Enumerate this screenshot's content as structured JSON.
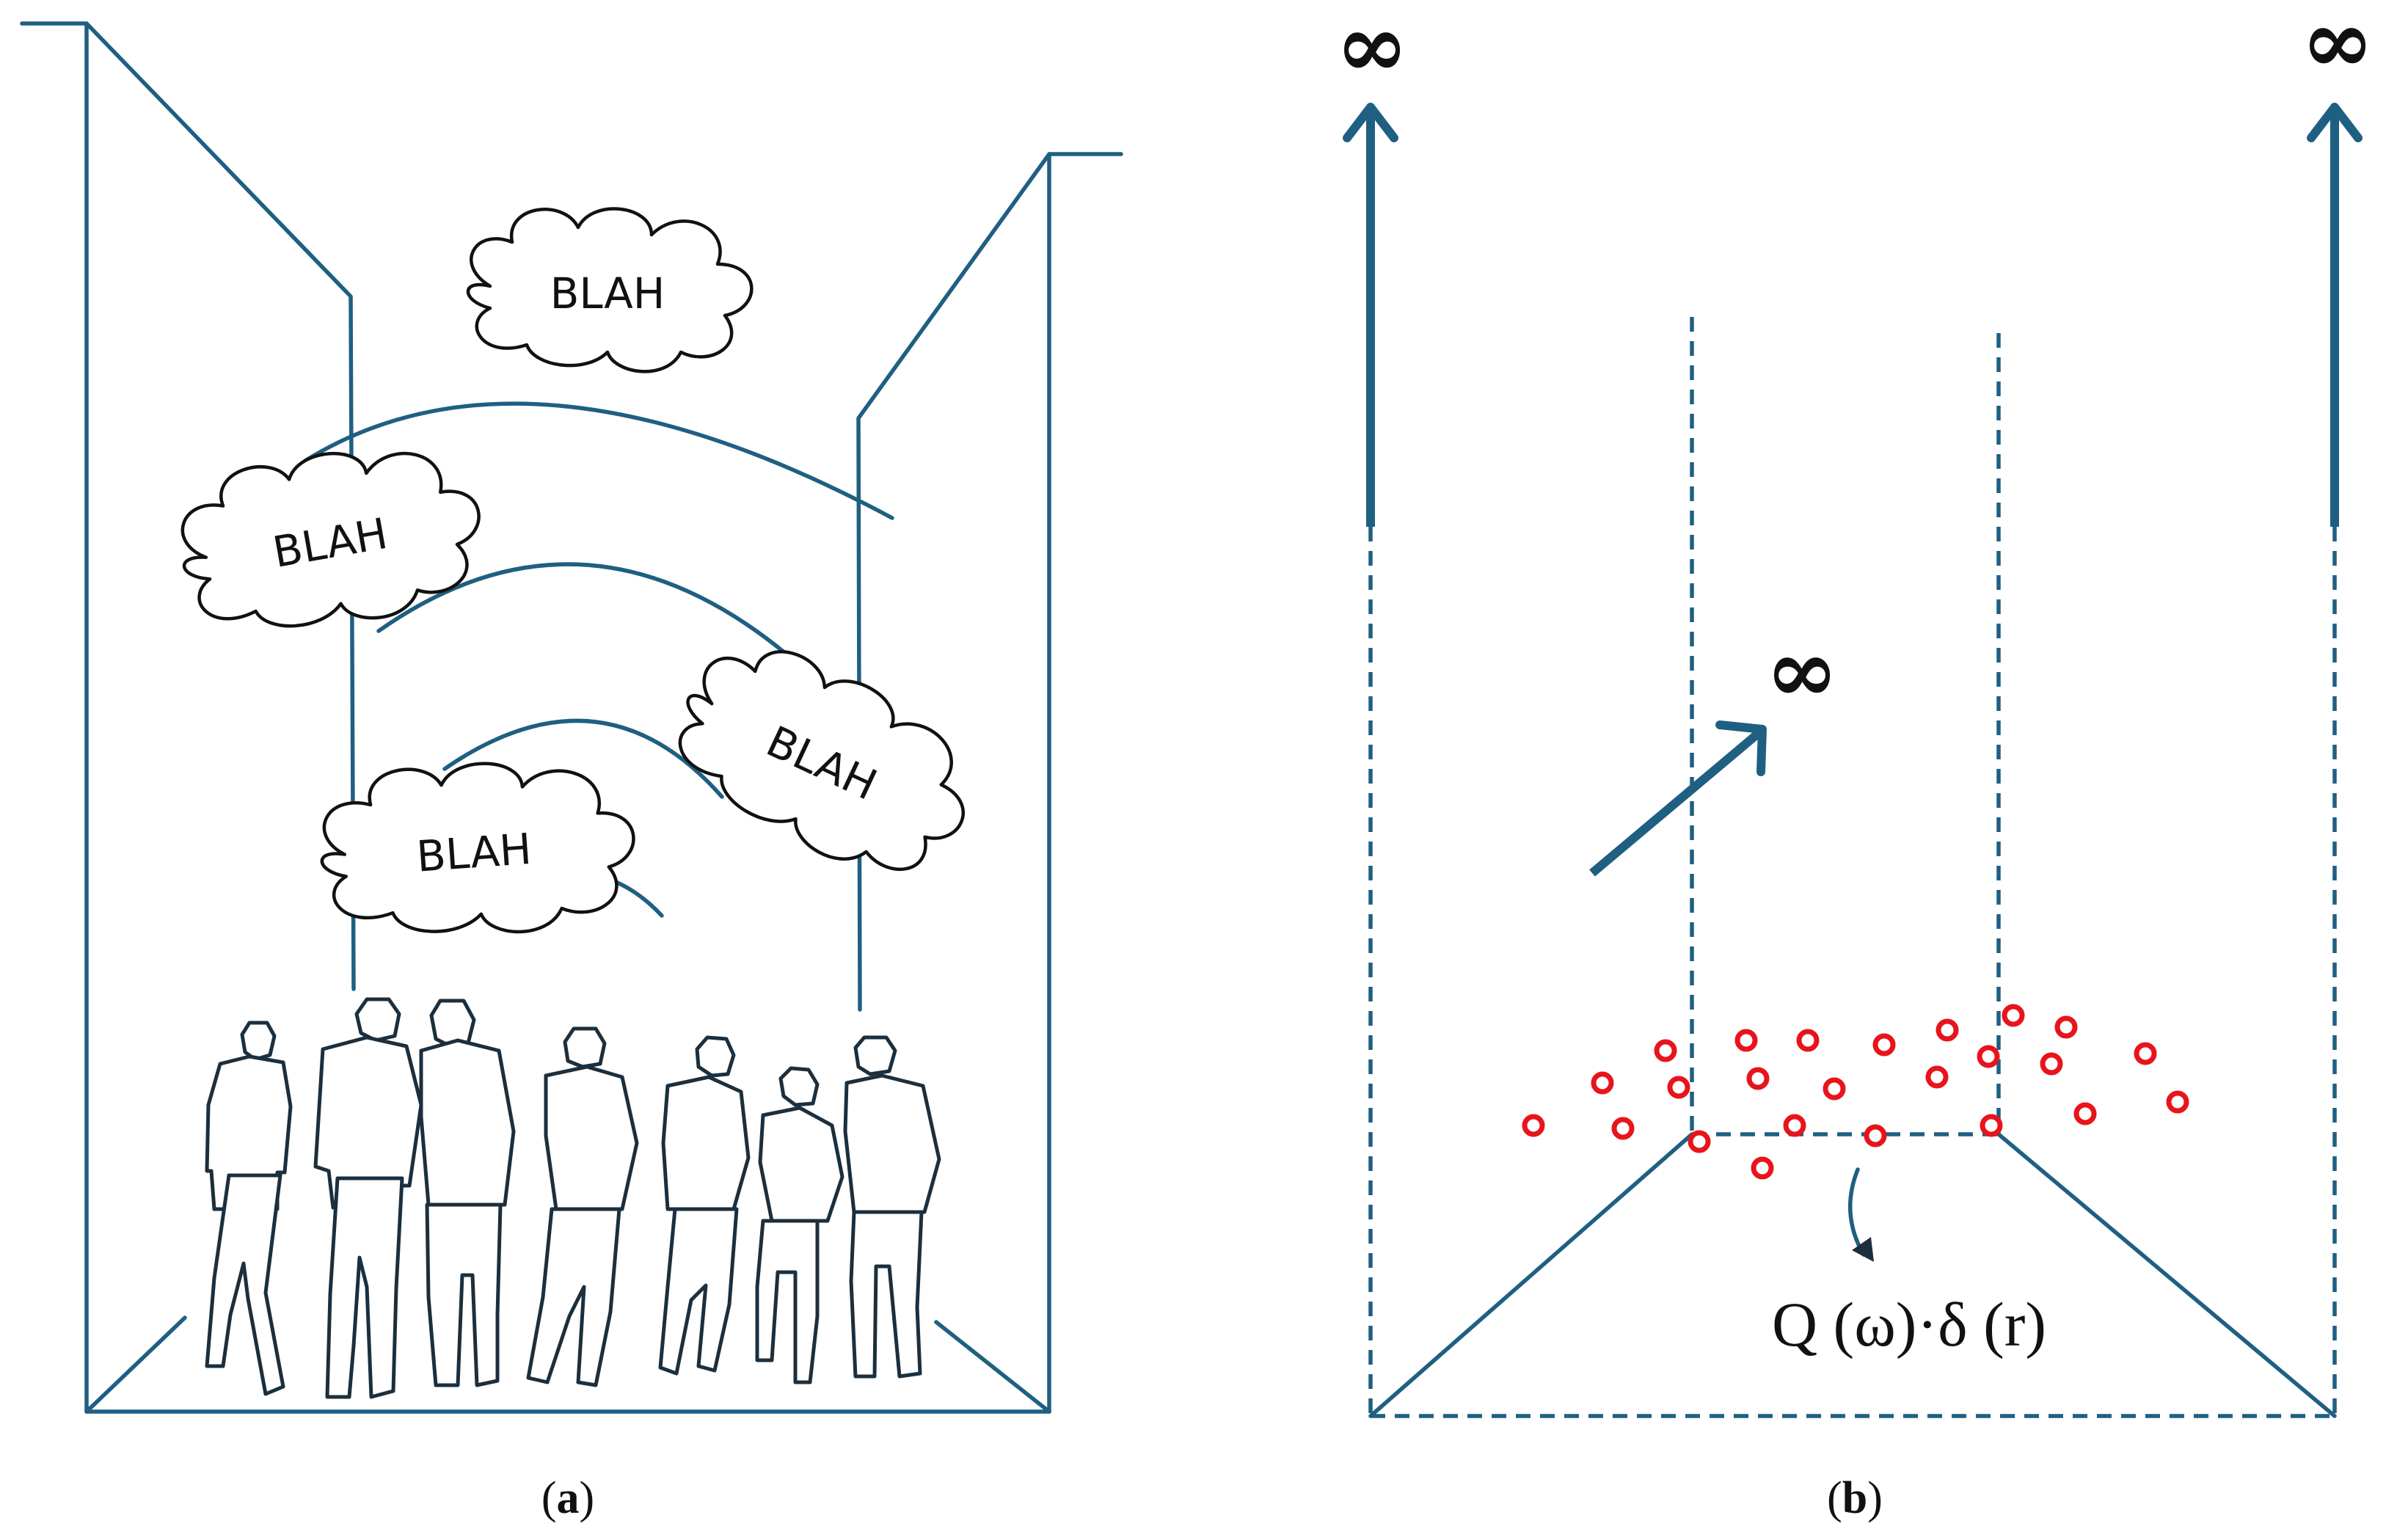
{
  "panel_a": {
    "speech_bubbles": [
      "BLAH",
      "BLAH",
      "BLAH",
      "BLAH"
    ],
    "caption_label": "a"
  },
  "panel_b": {
    "infinity_top_left": "∞",
    "infinity_top_right": "∞",
    "infinity_middle": "∞",
    "source_formula": "Q (ω)·δ (r)",
    "caption_label": "b"
  },
  "colors": {
    "line": "#1f5f82",
    "source_points": "#e8141b",
    "text": "#111111"
  }
}
